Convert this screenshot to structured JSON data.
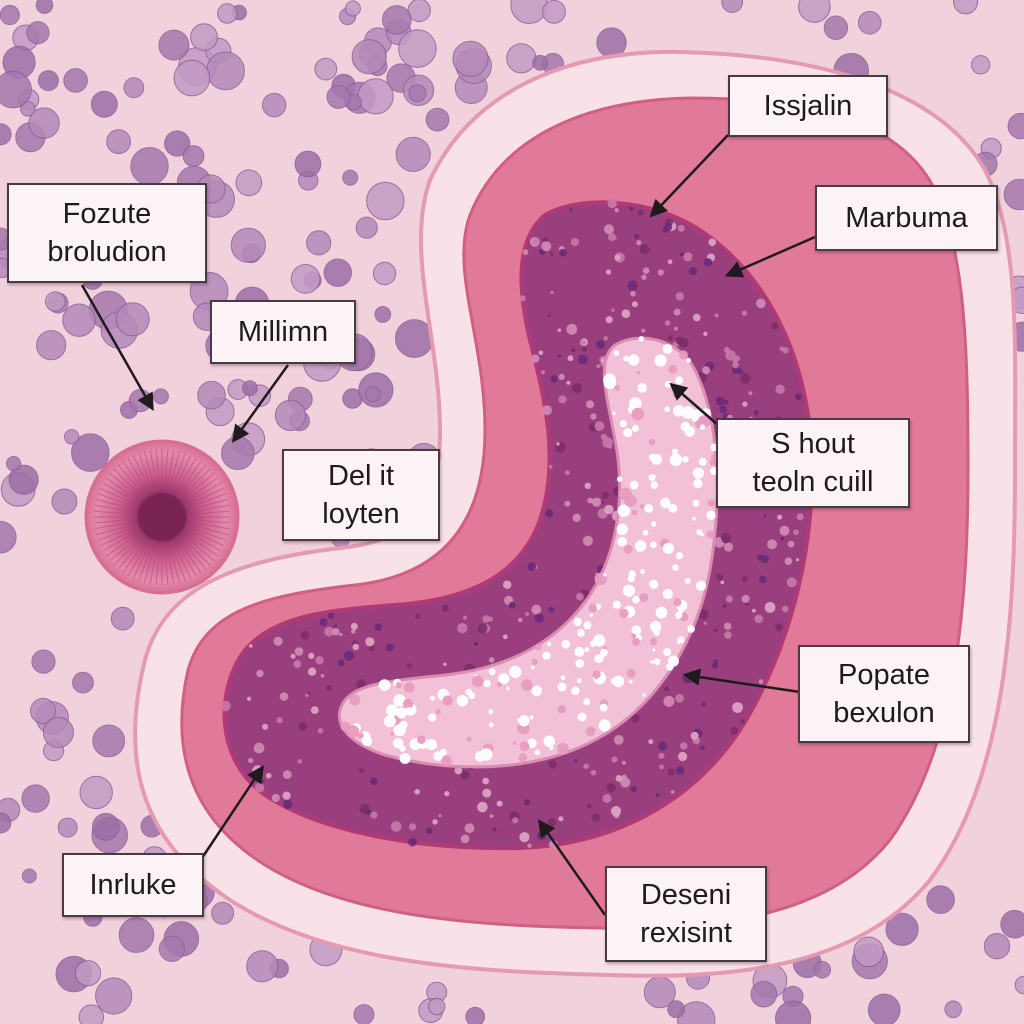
{
  "labels": {
    "issjalin": "Issjalin",
    "marbuma": "Marbuma",
    "fozute_1": "Fozute",
    "fozute_2": "broludion",
    "millimn": "Millimn",
    "del_1": "Del it",
    "del_2": "loyten",
    "shout_1": "S hout",
    "shout_2": "teoln cuill",
    "popate_1": "Popate",
    "popate_2": "bexulon",
    "inrluke": "Inrluke",
    "deseni_1": "Deseni",
    "deseni_2": "rexisint"
  },
  "colors": {
    "background": "#f1d2dc",
    "tissue_clusters": "#b58ab9",
    "outer_membrane": "#f8e2e8",
    "outer_layer": "#e17a98",
    "inner_tissue": "#9a3f7e",
    "lumen": "#f2c1d7",
    "follicle_core": "#7a2452",
    "arrow": "#1e1a1d"
  }
}
